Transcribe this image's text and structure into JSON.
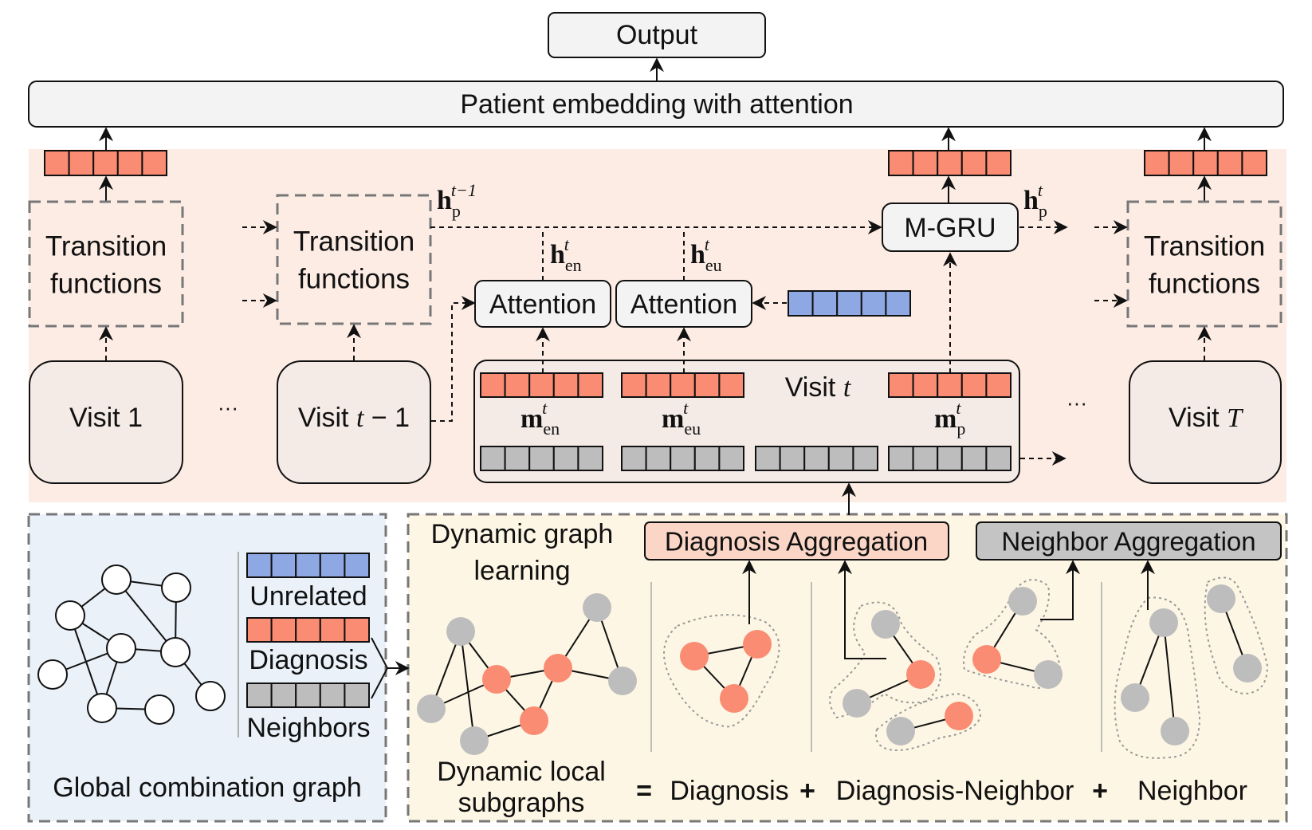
{
  "header": {
    "output": "Output",
    "patient_embedding": "Patient embedding with attention"
  },
  "timeline": {
    "transition_1": [
      "Transition",
      "functions"
    ],
    "transition_t1": [
      "Transition",
      "functions"
    ],
    "transition_T": [
      "Transition",
      "functions"
    ],
    "visit_1": "Visit 1",
    "visit_t1": {
      "prefix": "Visit ",
      "var": "t",
      "suffix": " − 1"
    },
    "visit_t": {
      "prefix": "Visit ",
      "var": "t"
    },
    "visit_T": {
      "prefix": "Visit ",
      "var": "T"
    },
    "ellipsis": "···",
    "attention_en": "Attention",
    "attention_eu": "Attention",
    "mgru": "M-GRU",
    "math": {
      "h_prev": {
        "base": "h",
        "sub": "p",
        "sup": "t−1"
      },
      "h_cur": {
        "base": "h",
        "sub": "p",
        "sup": "t"
      },
      "h_en": {
        "base": "h",
        "sub": "en",
        "sup": "t"
      },
      "h_eu": {
        "base": "h",
        "sub": "eu",
        "sup": "t"
      },
      "m_en": {
        "base": "m",
        "sub": "en",
        "sup": "t"
      },
      "m_eu": {
        "base": "m",
        "sub": "eu",
        "sup": "t"
      },
      "m_p": {
        "base": "m",
        "sub": "p",
        "sup": "t"
      }
    }
  },
  "global_panel": {
    "title": "Global combination graph",
    "legend": [
      "Unrelated",
      "Diagnosis",
      "Neighbors"
    ]
  },
  "dynamic_panel": {
    "learning_label": [
      "Dynamic graph",
      "learning"
    ],
    "subgraph_label": [
      "Dynamic local",
      "subgraphs"
    ],
    "diagnosis_aggregation": "Diagnosis Aggregation",
    "neighbor_aggregation": "Neighbor Aggregation",
    "equation": [
      "=",
      "Diagnosis",
      "+",
      "Diagnosis-Neighbor",
      "+",
      "Neighbor"
    ]
  },
  "colors": {
    "diagnosis": "#f98c73",
    "neighbor": "#bdbdbd",
    "unrelated": "#8ea8e3",
    "timeline_bg": "#fcece4",
    "global_bg": "#eaf1f9",
    "dynamic_bg": "#fdf6e4",
    "box_fill": "#f3f3f3",
    "visit_fill": "#f4ebe6",
    "diag_agg_fill": "#fbd6c7",
    "nbr_agg_fill": "#c4c4c4"
  }
}
